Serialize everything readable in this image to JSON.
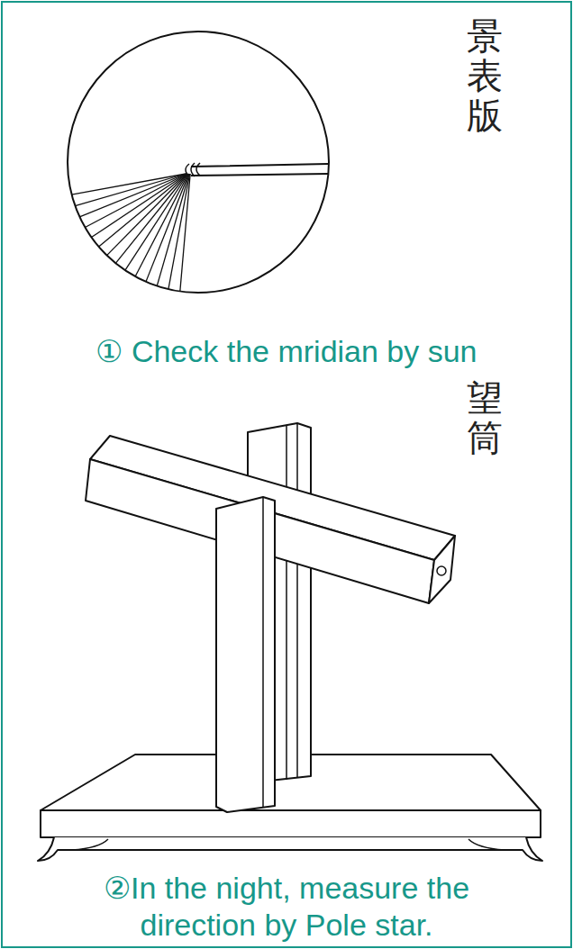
{
  "diagram": {
    "labels": [
      "景表版",
      "① Check the mridian by sun",
      "望筒",
      "②In the night, measure the direction by Pole star."
    ]
  }
}
